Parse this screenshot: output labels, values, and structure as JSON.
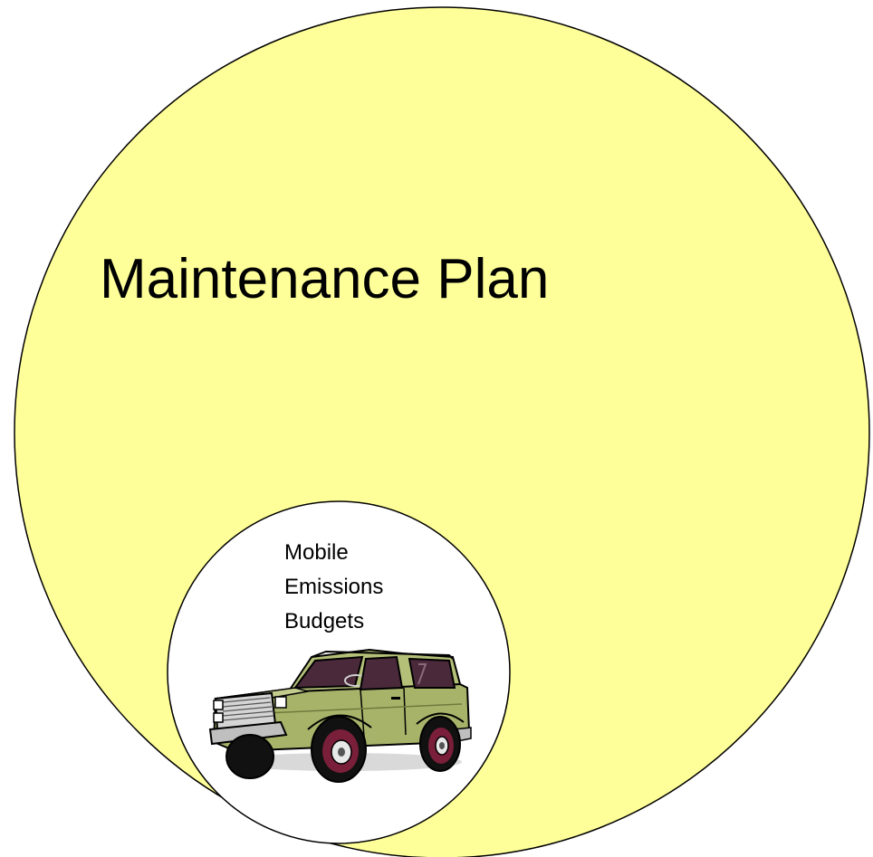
{
  "diagram": {
    "outer_circle": {
      "label": "Maintenance Plan",
      "fill": "#ffff99",
      "stroke": "#000000"
    },
    "inner_circle": {
      "label_lines": [
        "Mobile",
        "Emissions",
        "Budgets"
      ],
      "fill": "#ffffff",
      "stroke": "#000000",
      "icon": "suv-truck-icon"
    }
  }
}
